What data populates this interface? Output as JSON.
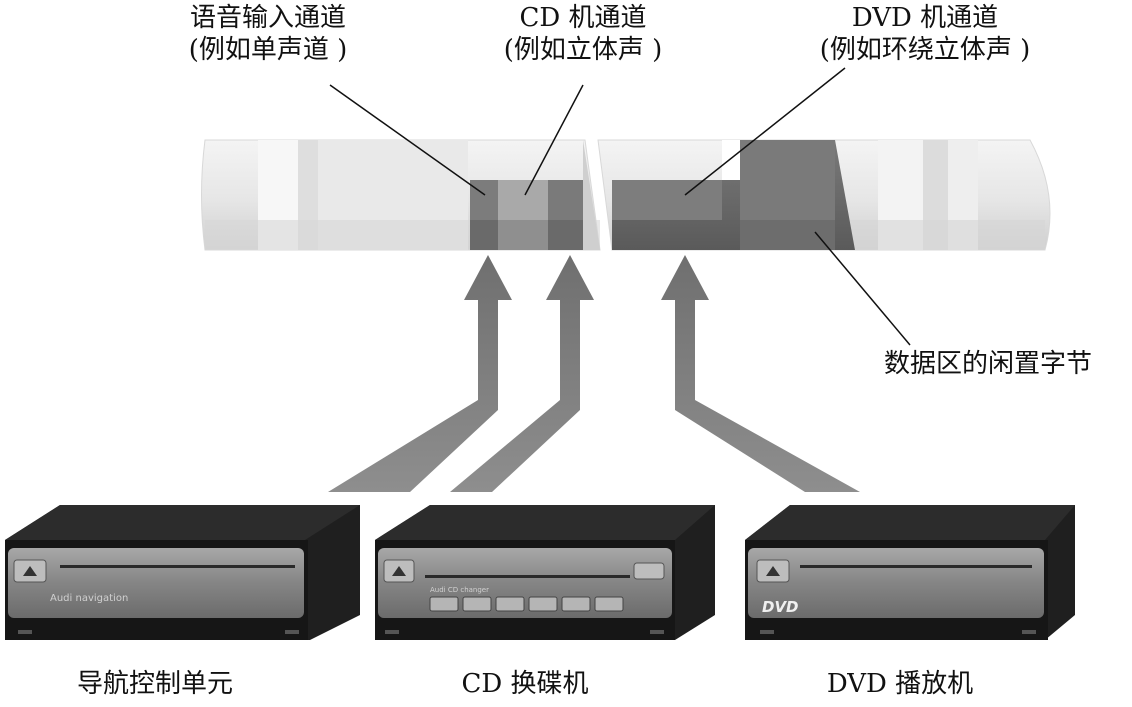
{
  "channels": {
    "voice": {
      "line1": "语音输入通道",
      "line2": "(例如单声道 )"
    },
    "cd": {
      "line1": "CD 机通道",
      "line2": "(例如立体声 )"
    },
    "dvd": {
      "line1": "DVD 机通道",
      "line2": "(例如环绕立体声 )"
    }
  },
  "idle_bytes_label": "数据区的闲置字节",
  "devices": {
    "nav": {
      "label": "导航控制单元",
      "faceplate_text": "Audi navigation"
    },
    "cd_changer": {
      "label": "CD 换碟机",
      "faceplate_text": "Audi CD changer"
    },
    "dvd_player": {
      "label": "DVD 播放机",
      "faceplate_text": "DVD"
    }
  },
  "colors": {
    "bus_light": "#e8e8e8",
    "bus_mid": "#c9c9c9",
    "bus_dark": "#6f6f6f",
    "arrow": "#7d7d7d",
    "device_body": "#1c1c1c",
    "faceplate": "#8a8a8a"
  }
}
